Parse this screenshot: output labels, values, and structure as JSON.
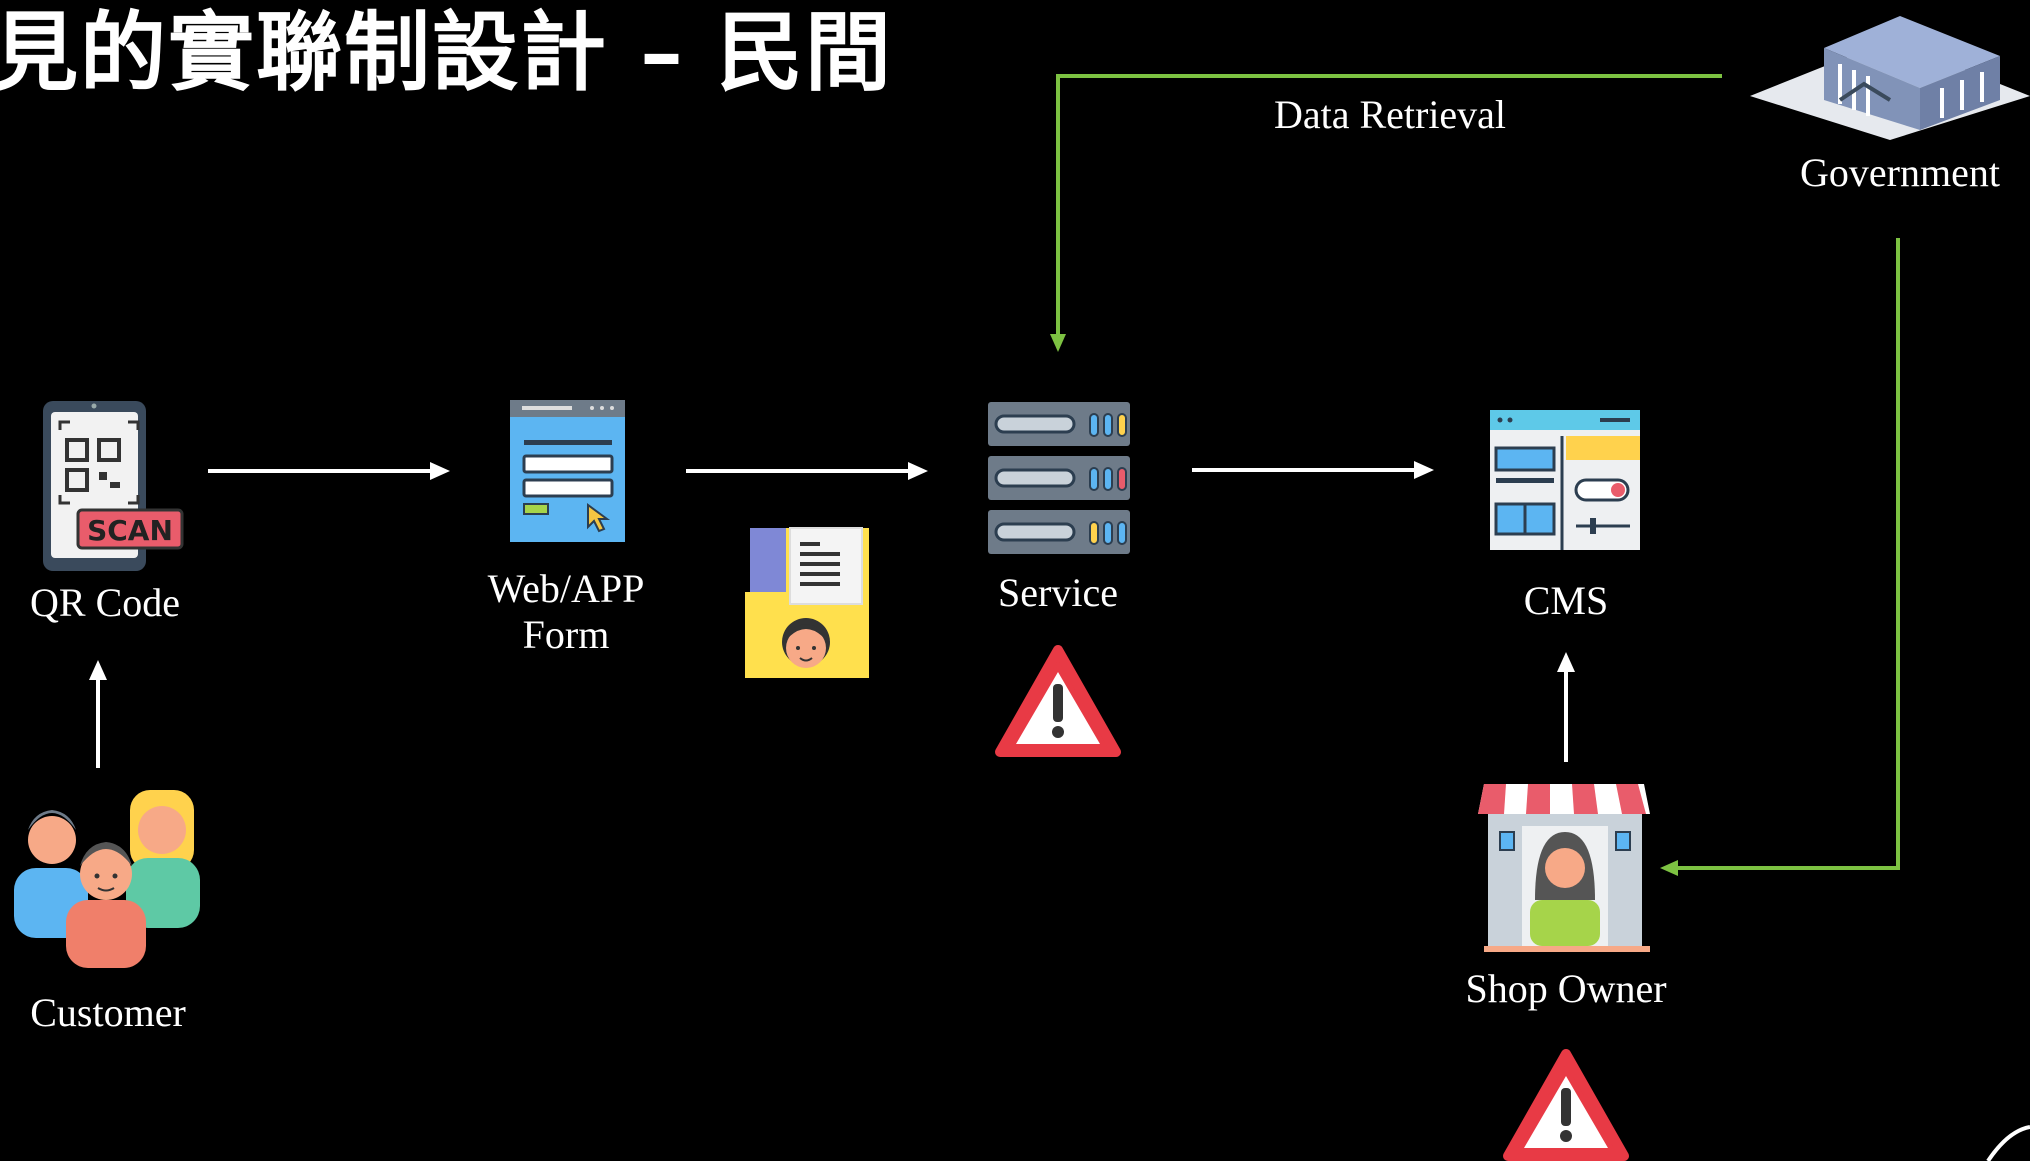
{
  "slide": {
    "title": "見的實聯制設計 – 民間"
  },
  "nodes": {
    "qr_code": "QR Code",
    "customer": "Customer",
    "web_app_form_line1": "Web/APP",
    "web_app_form_line2": "Form",
    "service": "Service",
    "cms": "CMS",
    "shop_owner": "Shop Owner",
    "government": "Government"
  },
  "edges": {
    "data_retrieval": "Data Retrieval"
  },
  "icon_text": {
    "scan": "SCAN"
  },
  "colors": {
    "background": "#000000",
    "arrow_white": "#ffffff",
    "arrow_green": "#7dc242",
    "warning_red": "#e83a45"
  }
}
